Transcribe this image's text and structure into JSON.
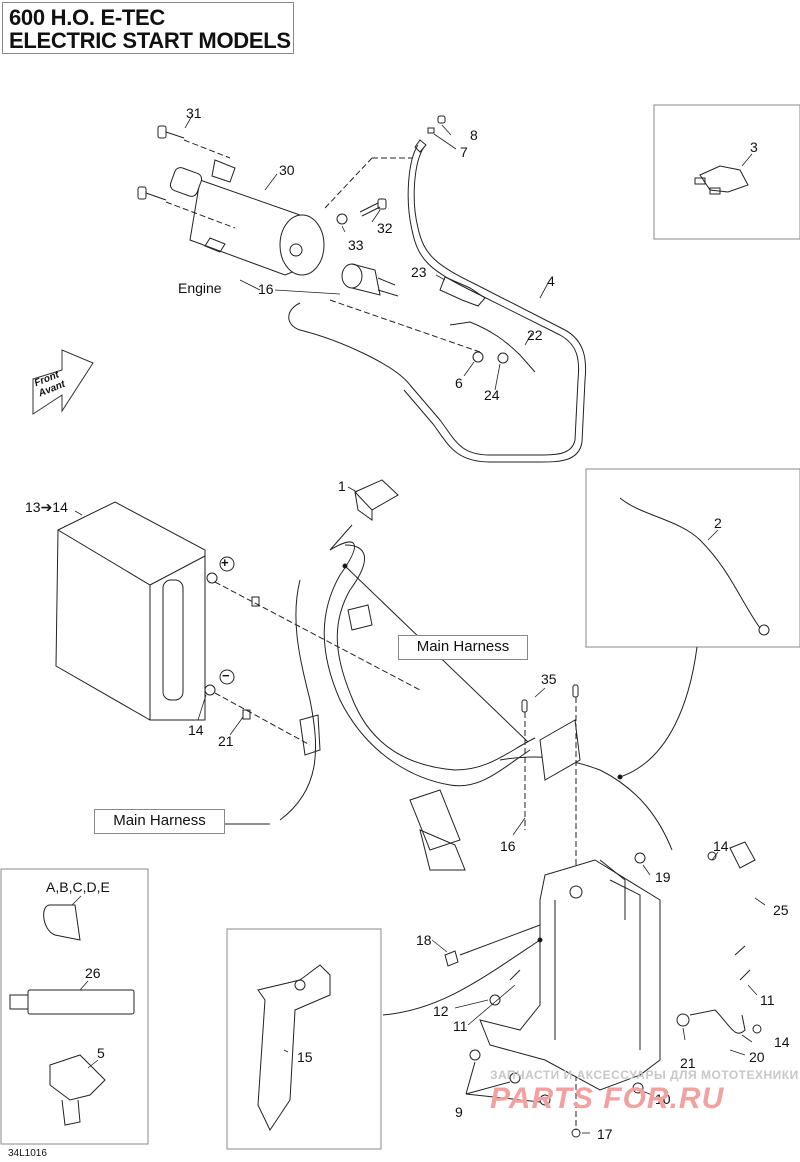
{
  "title": {
    "line1": "600 H.O. E-TEC",
    "line2": "ELECTRIC START MODELS"
  },
  "direction_arrow": {
    "line1": "Front",
    "line2": "Avant"
  },
  "callouts": {
    "c31": "31",
    "c30": "30",
    "c33": "33",
    "c32": "32",
    "c8": "8",
    "c7": "7",
    "c3": "3",
    "c23": "23",
    "c4": "4",
    "c16a": "16",
    "c22": "22",
    "c6": "6",
    "c24": "24",
    "engine": "Engine",
    "c1": "1",
    "c2": "2",
    "c13_14": "13➔14",
    "c14a": "14",
    "c21a": "21",
    "plus": "+",
    "minus": "−",
    "c35": "35",
    "c16b": "16",
    "c14b": "14",
    "c19": "19",
    "c25": "25",
    "c18": "18",
    "c12": "12",
    "c11a": "11",
    "c11b": "11",
    "c14c": "14",
    "c21b": "21",
    "c20": "20",
    "c9": "9",
    "c10": "10",
    "c17": "17",
    "c15": "15",
    "c_abcde": "A,B,C,D,E",
    "c26": "26",
    "c5": "5"
  },
  "harness_labels": {
    "upper": "Main Harness",
    "lower": "Main Harness"
  },
  "figure_code": "34L1016",
  "watermark": {
    "line1": "ЗАПЧАСТИ И АКСЕССУАРЫ ДЛЯ МОТОТЕХНИКИ",
    "line2": "PARTS FOR.RU"
  }
}
